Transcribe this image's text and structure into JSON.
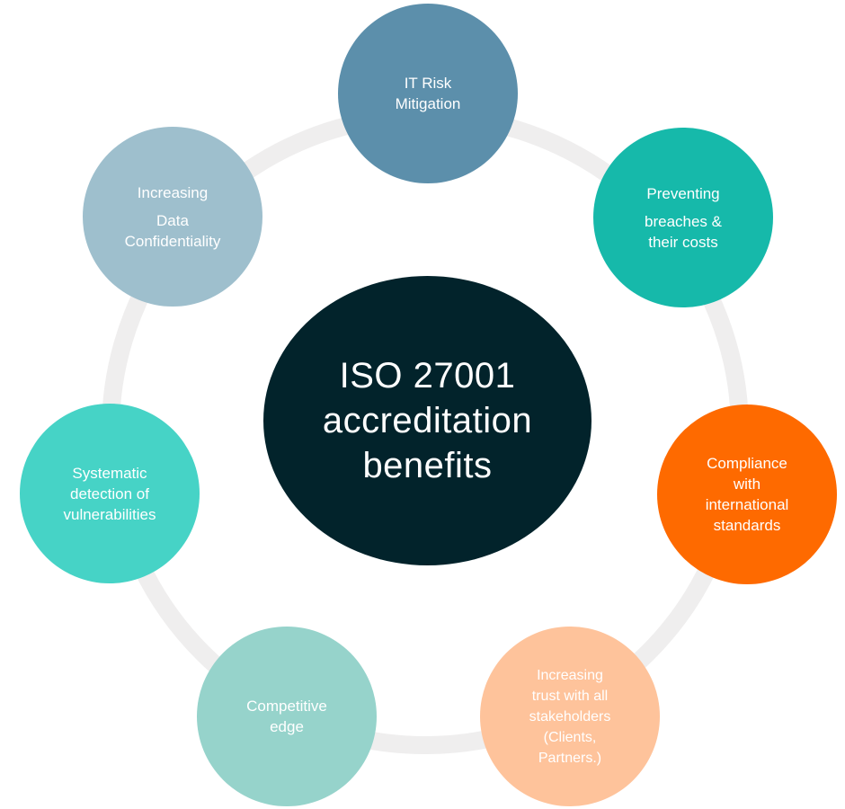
{
  "diagram": {
    "center": {
      "lines": [
        "ISO 27001",
        "accreditation",
        "benefits"
      ],
      "color": "#02232b"
    },
    "ring_color": "#efeeee",
    "nodes": [
      {
        "lines": [
          "IT Risk",
          "Mitigation"
        ],
        "color": "#5c8fab"
      },
      {
        "lines": [
          "Preventing",
          "breaches &",
          "their costs"
        ],
        "color": "#16b9aa"
      },
      {
        "lines": [
          "Compliance",
          "with",
          "international",
          "standards"
        ],
        "color": "#fe6a00"
      },
      {
        "lines": [
          "Increasing",
          "trust with all",
          "stakeholders",
          "(Clients,",
          "Partners.)"
        ],
        "color": "#fec39b"
      },
      {
        "lines": [
          "Competitive",
          "edge"
        ],
        "color": "#96d3cb"
      },
      {
        "lines": [
          "Systematic",
          "detection of",
          "vulnerabilities"
        ],
        "color": "#46d3c6"
      },
      {
        "lines": [
          "Increasing",
          "Data",
          "Confidentiality"
        ],
        "color": "#9ebfcd"
      }
    ]
  }
}
